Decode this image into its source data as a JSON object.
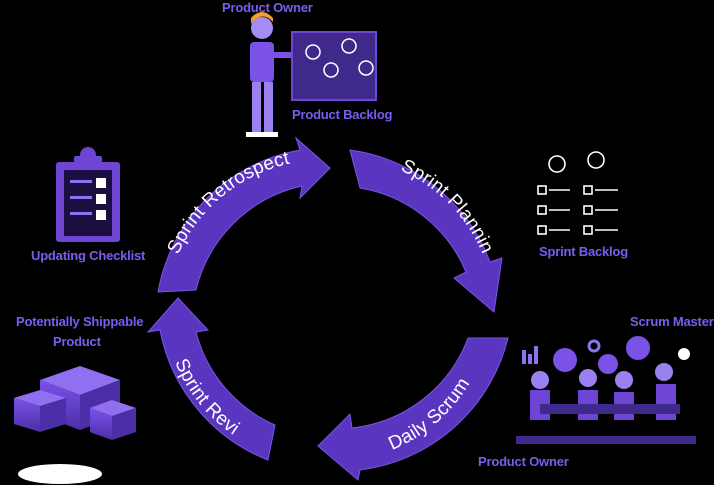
{
  "colors": {
    "background": "#000000",
    "accent": "#6f45d6",
    "accent_dark": "#3f2a8c",
    "label": "#7c5cf0",
    "arc_text": "#ffffff"
  },
  "cycle": {
    "stages": [
      {
        "label": "Sprint Retrospective"
      },
      {
        "label": "Sprint Planning"
      },
      {
        "label": "Daily Scrum"
      },
      {
        "label": "Sprint Review"
      }
    ]
  },
  "labels": {
    "product_owner_top": "Product Owner",
    "product_backlog": "Product Backlog",
    "sprint_backlog": "Sprint Backlog",
    "scrum_master": "Scrum Master",
    "product_owner_bottom": "Product Owner",
    "updating_checklist": "Updating Checklist",
    "potentially_shippable_line1": "Potentially Shippable",
    "potentially_shippable_line2": "Product"
  },
  "icons": [
    "person-icon",
    "idea-board-icon",
    "lightbulb-icon",
    "question-bulb-icon",
    "checklist-icon",
    "boxes-icon",
    "team-meeting-icon",
    "gear-icon",
    "chat-bubble-icon"
  ]
}
